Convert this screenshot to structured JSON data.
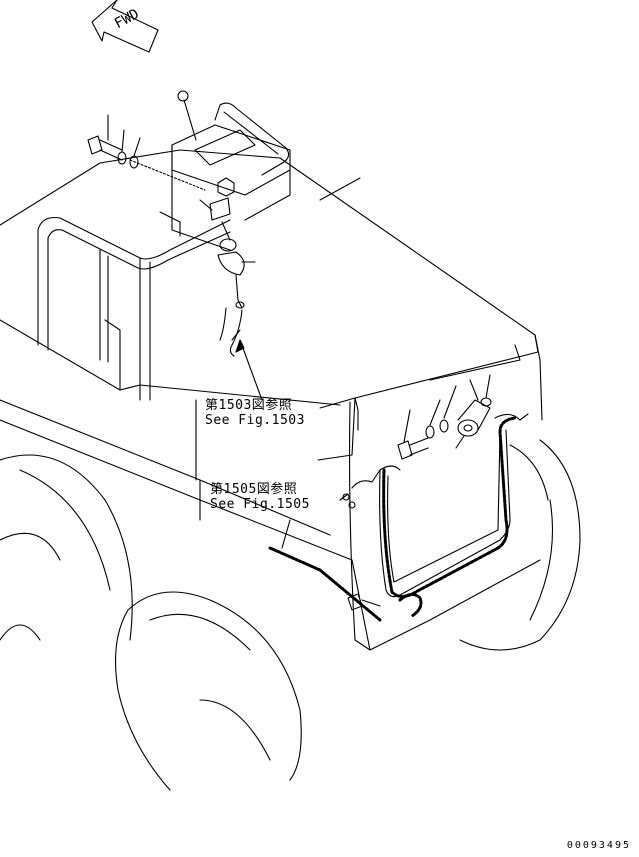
{
  "direction_marker": {
    "label": "FWD"
  },
  "references": [
    {
      "jp": "第1503図参照",
      "en": "See Fig.1503"
    },
    {
      "jp": "第1505図参照",
      "en": "See Fig.1505"
    }
  ],
  "drawing_number": "00093495"
}
